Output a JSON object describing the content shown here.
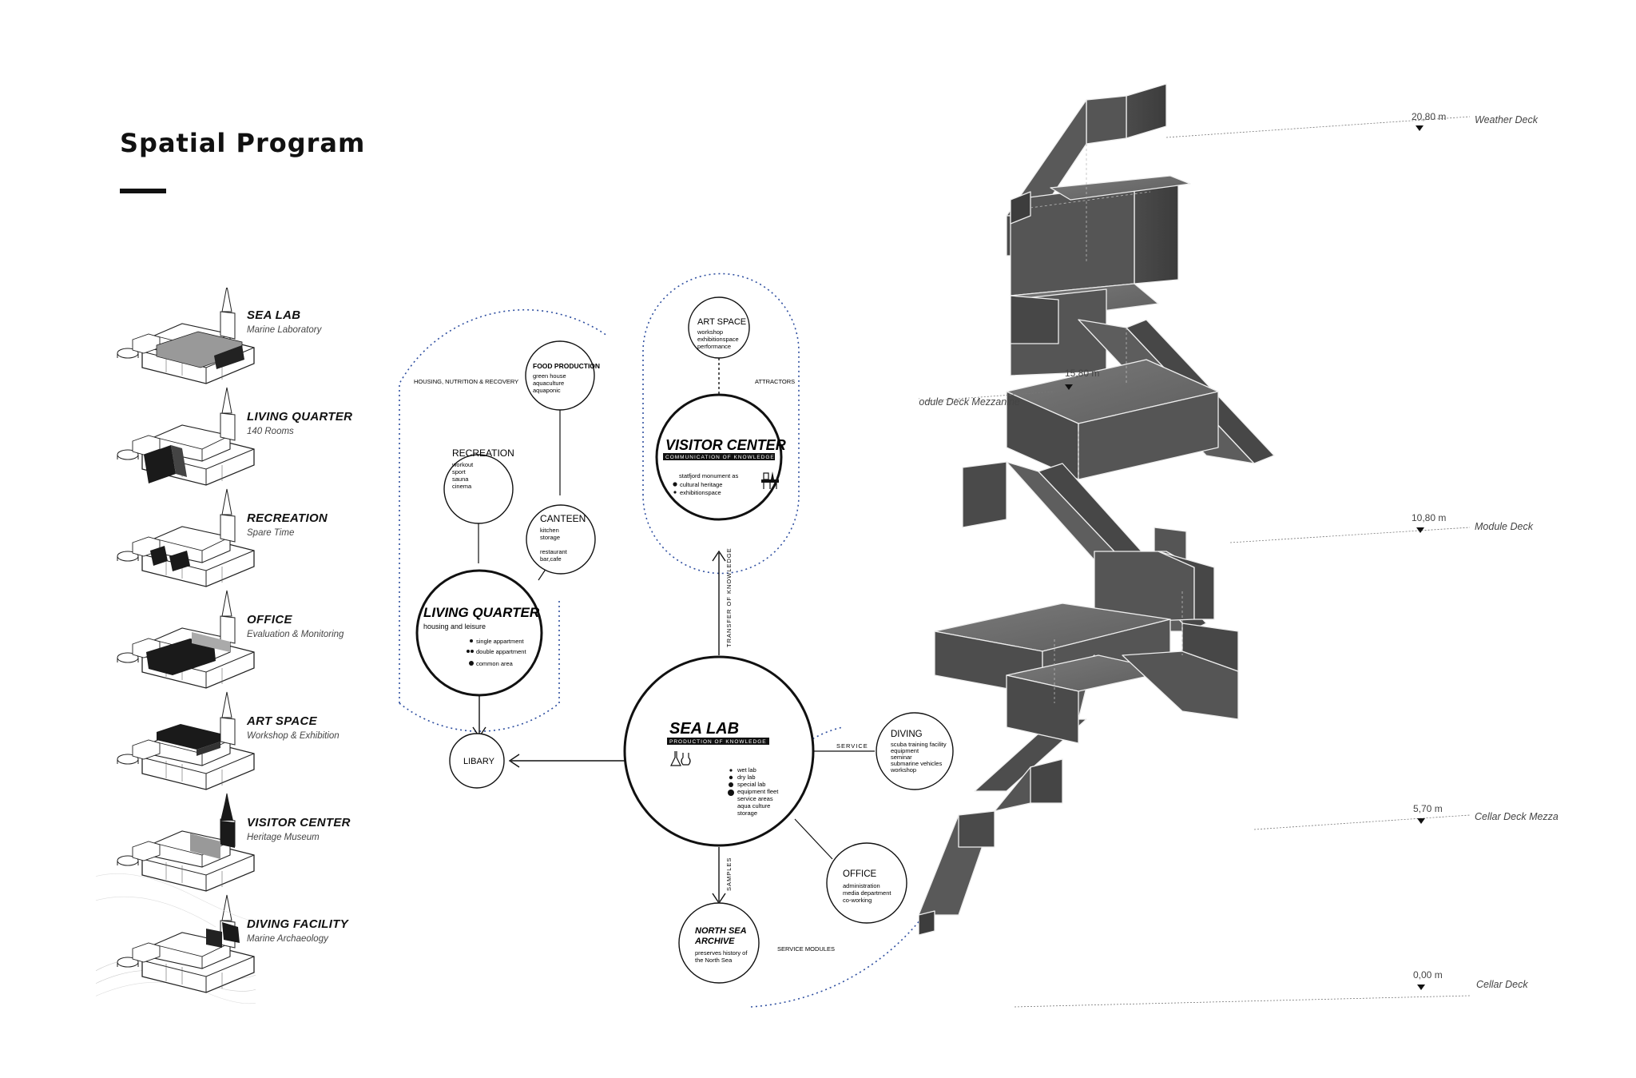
{
  "title": "Spatial Program",
  "program_list": [
    {
      "name": "SEA LAB",
      "sub": "Marine Laboratory"
    },
    {
      "name": "LIVING QUARTER",
      "sub": "140 Rooms"
    },
    {
      "name": "RECREATION",
      "sub": "Spare Time"
    },
    {
      "name": "OFFICE",
      "sub": "Evaluation & Monitoring"
    },
    {
      "name": "ART SPACE",
      "sub": "Workshop & Exhibition"
    },
    {
      "name": "VISITOR CENTER",
      "sub": "Heritage Museum"
    },
    {
      "name": "DIVING FACILITY",
      "sub": "Marine Archaeology"
    }
  ],
  "diagram": {
    "zone_housing": "HOUSING, NUTRITION & RECOVERY",
    "zone_attractors": "ATTRACTORS",
    "service_modules": "SERVICE MODULES",
    "edge_service": "SERVICE",
    "edge_transfer": "TRANSFER OF KNOWLEDGE",
    "edge_samples": "SAMPLES",
    "sea_lab": {
      "title": "SEA LAB",
      "subtitle": "PRODUCTION OF KNOWLEDGE",
      "items": [
        "wet lab",
        "dry lab",
        "special lab",
        "equipment fleet",
        "service areas",
        "aqua culture",
        "storage"
      ]
    },
    "visitor_center": {
      "title": "VISITOR CENTER",
      "subtitle": "COMMUNICATION OF KNOWLEDGE",
      "items": [
        "statfjord monument as",
        "cultural heritage",
        "exhibitionspace"
      ]
    },
    "living_quarter": {
      "title": "LIVING QUARTER",
      "subtitle": "housing and leisure",
      "items": [
        "single appartment",
        "double appartment",
        "common area"
      ]
    },
    "recreation": {
      "title": "RECREATION",
      "items": [
        "workout",
        "sport",
        "sauna",
        "cinema"
      ]
    },
    "food": {
      "title": "FOOD PRODUCTION",
      "items": [
        "green house",
        "aquaculture",
        "aquaponic"
      ]
    },
    "canteen": {
      "title": "CANTEEN",
      "items": [
        "kitchen",
        "storage",
        "",
        "restaurant",
        "bar,cafe"
      ]
    },
    "art_space": {
      "title": "ART SPACE",
      "items": [
        "workshop",
        "exhibitionspace",
        "performance"
      ]
    },
    "libary": {
      "title": "LIBARY"
    },
    "diving": {
      "title": "DIVING",
      "items": [
        "scuba training facility",
        "equipment",
        "seminar",
        "submarine vehicles",
        "workshop"
      ]
    },
    "office": {
      "title": "OFFICE",
      "items": [
        "administration",
        "media department",
        "co-working"
      ]
    },
    "archive": {
      "title_1": "NORTH SEA",
      "title_2": "ARCHIVE",
      "items": [
        "preserves history of",
        "the North Sea"
      ]
    }
  },
  "levels": [
    {
      "value": "20,80 m",
      "name": "Weather Deck"
    },
    {
      "value": "15,80 m",
      "name": "Module Deck Mezzanine"
    },
    {
      "value": "10,80 m",
      "name": "Module Deck"
    },
    {
      "value": "5,70 m",
      "name": "Cellar Deck Mezzanine"
    },
    {
      "value": "0,00 m",
      "name": "Cellar Deck"
    }
  ],
  "colors": {
    "ink": "#111111",
    "dotted_blue": "#2f4fa0",
    "module_dark": "#4a4a4a",
    "module_mid": "#5c5c5c",
    "module_top": "#6e6e6e"
  }
}
